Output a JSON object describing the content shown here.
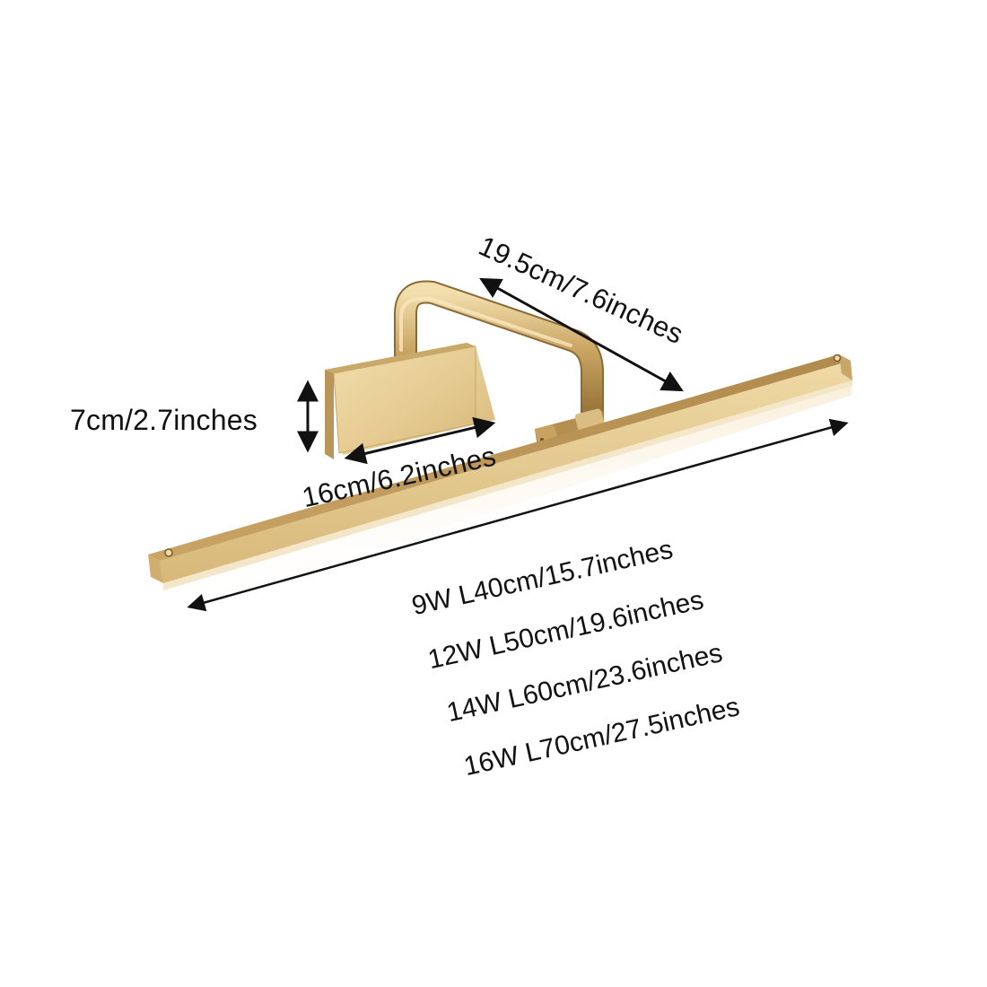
{
  "product": {
    "description": "Gold LED swing-arm wall light (mirror / picture lamp) dimension diagram",
    "colors": {
      "brass_light": "#e8cf98",
      "brass_mid": "#d4b477",
      "brass_dark": "#a98445",
      "brass_shadow": "#8a6a35",
      "diffuser_glow": "#fbf3e2",
      "arrow": "#111111",
      "background": "#ffffff"
    }
  },
  "dimensions": {
    "backplate_height": "7cm/2.7inches",
    "backplate_width": "16cm/6.2inches",
    "arm_length": "19.5cm/7.6inches"
  },
  "variants": [
    {
      "label": "9W L40cm/15.7inches",
      "power": "9W",
      "length_cm": "40cm",
      "length_in": "15.7inches"
    },
    {
      "label": "12W L50cm/19.6inches",
      "power": "12W",
      "length_cm": "50cm",
      "length_in": "19.6inches"
    },
    {
      "label": "14W L60cm/23.6inches",
      "power": "14W",
      "length_cm": "60cm",
      "length_in": "23.6inches"
    },
    {
      "label": "16W L70cm/27.5inches",
      "power": "16W",
      "length_cm": "70cm",
      "length_in": "27.5inches"
    }
  ]
}
